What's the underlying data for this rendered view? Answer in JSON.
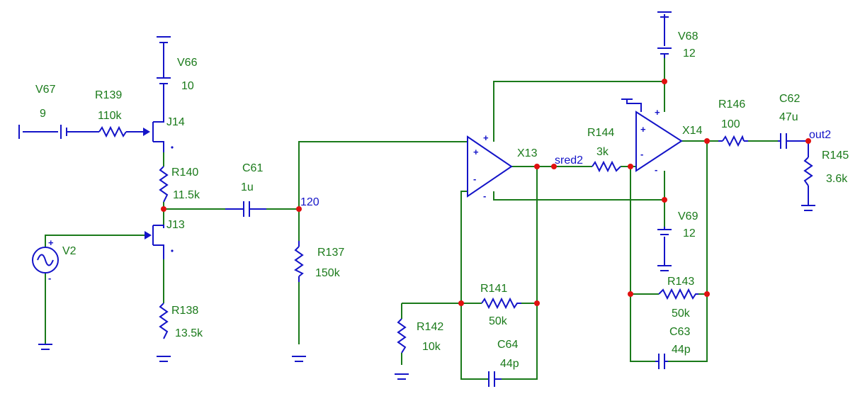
{
  "labels": {
    "V67": "V67",
    "V67_val": "9",
    "R139": "R139",
    "R139_val": "110k",
    "V66": "V66",
    "V66_val": "10",
    "J14": "J14",
    "J13": "J13",
    "R140": "R140",
    "R140_val": "11.5k",
    "C61": "C61",
    "C61_val": "1u",
    "node120": "120",
    "R137": "R137",
    "R137_val": "150k",
    "V2": "V2",
    "R138": "R138",
    "R138_val": "13.5k",
    "X13": "X13",
    "sred2": "sred2",
    "R144": "R144",
    "R144_val": "3k",
    "V68": "V68",
    "V68_val": "12",
    "X14": "X14",
    "R146": "R146",
    "R146_val": "100",
    "C62": "C62",
    "C62_val": "47u",
    "out2": "out2",
    "R145": "R145",
    "R145_val": "3.6k",
    "V69": "V69",
    "V69_val": "12",
    "R141": "R141",
    "R141_val": "50k",
    "R142": "R142",
    "R142_val": "10k",
    "C64": "C64",
    "C64_val": "44p",
    "R143": "R143",
    "R143_val": "50k",
    "C63": "C63",
    "C63_val": "44p",
    "plus": "+",
    "minus": "-"
  },
  "colors": {
    "wire": "#1a7a1a",
    "component": "#1414c8",
    "node": "#e01010",
    "label": "#1a7a1a",
    "net_label": "#1414c8"
  }
}
